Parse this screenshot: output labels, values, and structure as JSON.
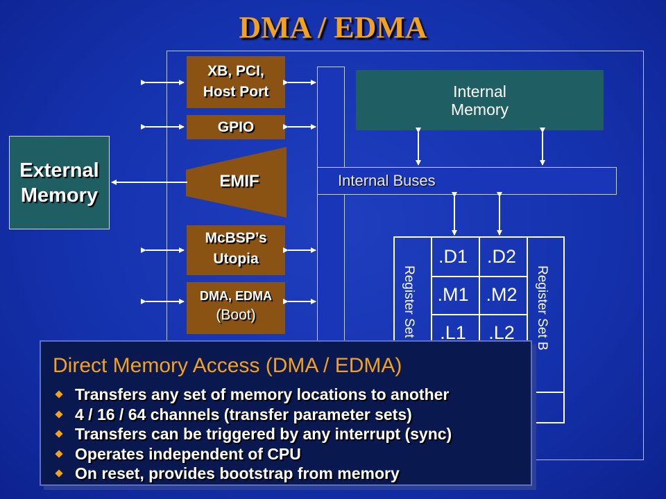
{
  "title": "DMA / EDMA",
  "external_memory": {
    "line1": "External",
    "line2": "Memory"
  },
  "peripherals": {
    "xb_pci": {
      "line1": "XB, PCI,",
      "line2": "Host Port"
    },
    "gpio": "GPIO",
    "emif": "EMIF",
    "mcbsp": {
      "line1": "McBSP’s",
      "line2": "Utopia"
    },
    "dma": {
      "line1": "DMA, EDMA",
      "line2": "(Boot)"
    }
  },
  "internal_memory": {
    "line1": "Internal",
    "line2": "Memory"
  },
  "internal_buses": "Internal Buses",
  "cpu": {
    "register_set_a": "Register Set A",
    "register_set_b": "Register Set B",
    "units": [
      ".D1",
      ".D2",
      ".M1",
      ".M2",
      ".L1",
      ".L2"
    ]
  },
  "panel": {
    "title": "Direct Memory Access (DMA / EDMA)",
    "bullets": [
      "Transfers any set of memory locations to another",
      "4 / 16 / 64 channels (transfer parameter sets)",
      "Transfers can be triggered by any interrupt (sync)",
      "Operates independent of CPU",
      "On reset, provides bootstrap from memory"
    ]
  },
  "colors": {
    "background": "#1532ae",
    "title": "#f2a21e",
    "peripheral_box": "#8a5314",
    "memory_box": "#1f5f63",
    "panel": "#0a1850"
  }
}
